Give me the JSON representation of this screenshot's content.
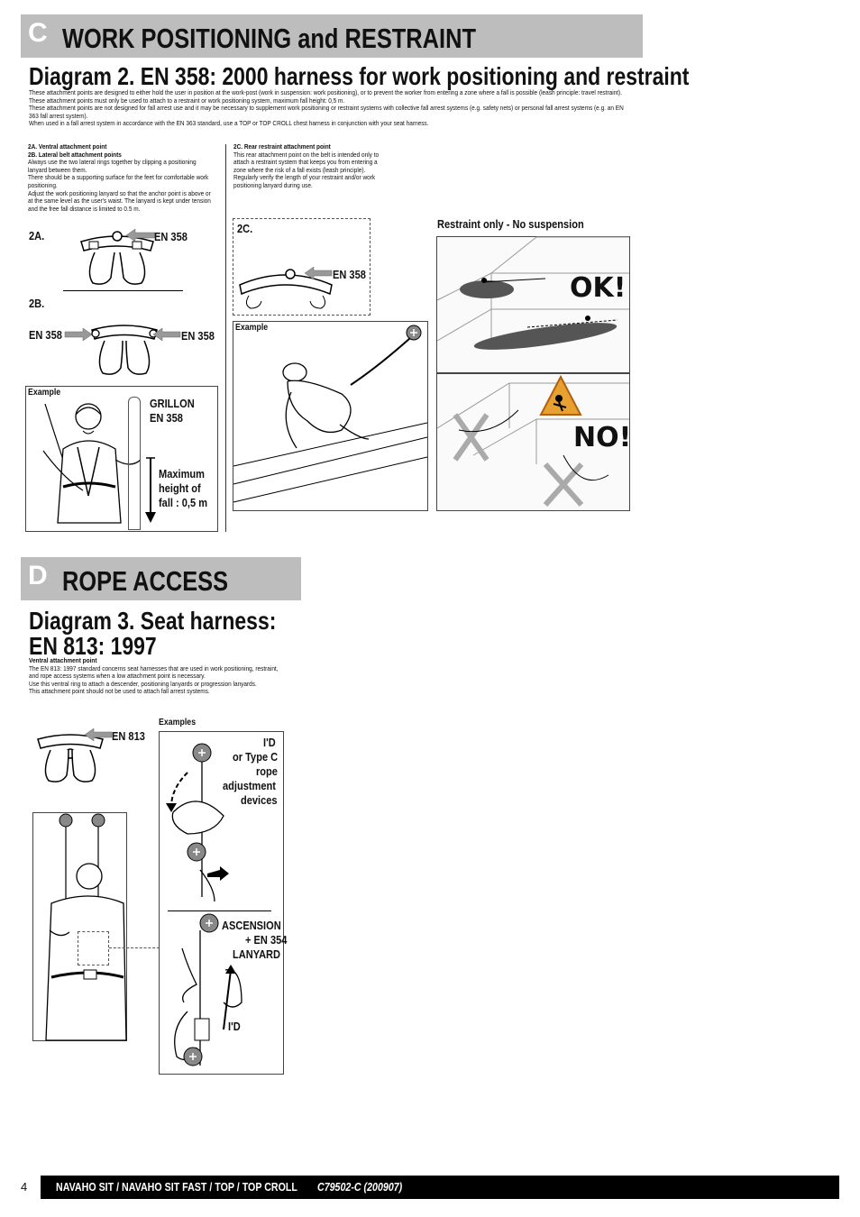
{
  "section_c": {
    "letter": "C",
    "title": "WORK POSITIONING and RESTRAINT",
    "diagram_title": "Diagram 2. EN 358: 2000 harness for work positioning and restraint",
    "intro": [
      "These attachment points are designed to either hold the user in position at the work-post (work in suspension: work positioning), or to prevent the worker from entering a zone where a fall is possible (leash principle: travel restraint). These attachment points must only be used to attach to a restraint or work positioning system, maximum fall height: 0,5 m.",
      "These attachment points are not designed for fall arrest use and it may be necessary to supplement work positioning or restraint systems with collective fall arrest systems (e.g. safety nets) or personal fall arrest systems (e.g. an EN 363 fall arrest system).",
      "When used in a fall arrest system in accordance with the EN 363 standard, use a TOP or TOP CROLL chest harness in conjunction with your seat harness."
    ],
    "col_left": {
      "heading_a": "2A. Ventral attachment point",
      "heading_b": "2B. Lateral belt attachment points",
      "text": [
        "Always use the two lateral rings together by clipping a positioning lanyard between them.",
        "There should be a supporting surface for the feet for comfortable work positioning.",
        "Adjust the work positioning lanyard so that the anchor point is above or at the same level as the user's waist. The lanyard is kept under tension and the free fall distance is limited to 0.5 m."
      ]
    },
    "col_mid": {
      "heading": "2C. Rear restraint attachment point",
      "text": [
        "This rear attachment point on the belt is intended only to attach a restraint system that keeps you from entering a zone where the risk of a fall exists (leash principle).",
        "Regularly verify the length of your restraint and/or work positioning lanyard during use."
      ]
    },
    "fig_2a": {
      "label": "2A.",
      "tag": "EN 358"
    },
    "fig_2b": {
      "label": "2B.",
      "tag_left": "EN 358",
      "tag_right": "EN 358"
    },
    "fig_2c": {
      "label": "2C.",
      "tag": "EN 358"
    },
    "example_left": {
      "label": "Example",
      "device": "GRILLON",
      "std": "EN 358",
      "fall_line1": "Maximum",
      "fall_line2": "height of",
      "fall_line3": "fall : 0,5 m"
    },
    "example_mid": {
      "label": "Example"
    },
    "restraint": {
      "title": "Restraint only - No suspension",
      "ok": "OK!",
      "no": "NO!"
    }
  },
  "section_d": {
    "letter": "D",
    "title": "ROPE ACCESS",
    "diagram_title_1": "Diagram 3. Seat harness:",
    "diagram_title_2": "EN 813: 1997",
    "heading": "Ventral attachment point",
    "text": [
      "The EN 813: 1997 standard concerns seat harnesses that are used in work positioning, restraint, and rope access systems when a low attachment point is necessary.",
      "Use this ventral ring to attach a descender, positioning lanyards or progression lanyards.",
      "This attachment point should not be used to attach fall arrest systems."
    ],
    "fig_tag": "EN 813",
    "examples_label": "Examples",
    "ex1": [
      "I'D",
      "or Type C",
      "rope",
      "adjustment",
      "devices"
    ],
    "ex2": [
      "ASCENSION",
      "+ EN 354",
      "LANYARD"
    ],
    "ex2_bottom": "I'D"
  },
  "footer": {
    "page_number": "4",
    "products": "NAVAHO SIT / NAVAHO SIT FAST / TOP / TOP CROLL",
    "ref": "C79502-C (200907)"
  }
}
